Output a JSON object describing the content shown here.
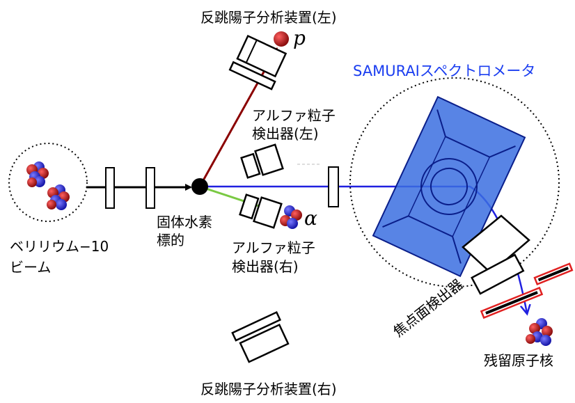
{
  "labels": {
    "recoil_left": "反跳陽子分析装置(左)",
    "recoil_right": "反跳陽子分析装置(右)",
    "samurai": "SAMURAIスペクトロメータ",
    "alpha_left_line1": "アルファ粒子",
    "alpha_left_line2": "検出器(左)",
    "alpha_right_line1": "アルファ粒子",
    "alpha_right_line2": "検出器(右)",
    "beam_line1": "ベリリウム−10",
    "beam_line2": "ビーム",
    "target_line1": "固体水素",
    "target_line2": "標的",
    "focal_plane": "焦点面検出器",
    "residual": "残留原子核"
  },
  "symbols": {
    "proton": "p",
    "alpha": "α"
  },
  "colors": {
    "proton_track": "#8b0000",
    "alpha_track": "#7ac943",
    "beam_track": "#2020e0",
    "magnet_fill": "#3b6fe0",
    "samurai_text": "#1a3df0",
    "focal_plane_detector": "#e02020",
    "nucleon_red": "#b01818",
    "nucleon_blue": "#2a2ad8"
  }
}
